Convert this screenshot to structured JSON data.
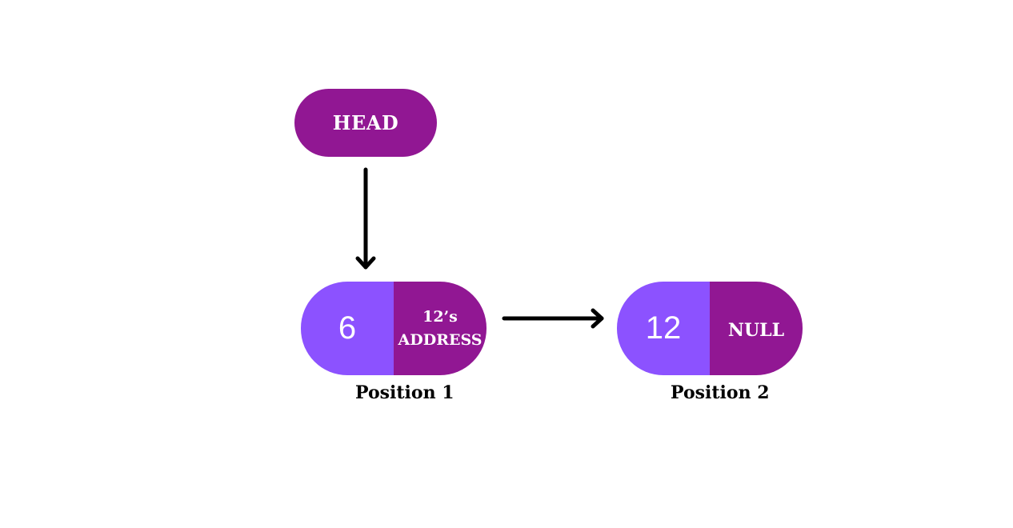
{
  "colors": {
    "head_fill": "#911793",
    "value_fill": "#8c52ff",
    "pointer_fill": "#911793",
    "arrow": "#000000",
    "text": "#ffffff",
    "label": "#000000"
  },
  "head": {
    "label": "HEAD"
  },
  "nodes": [
    {
      "value": "6",
      "pointer_lines": [
        "12’s",
        "ADDRESS"
      ],
      "position_label": "Position 1"
    },
    {
      "value": "12",
      "pointer_text": "NULL",
      "position_label": "Position 2"
    }
  ]
}
